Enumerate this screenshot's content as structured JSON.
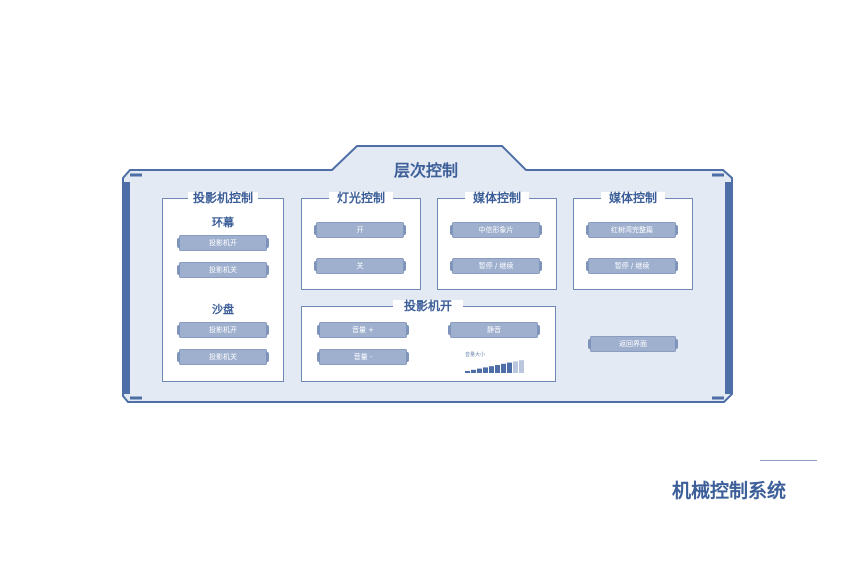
{
  "header": {
    "title": "层次控制"
  },
  "projector_panel": {
    "title": "投影机控制",
    "groups": [
      {
        "name": "环幕",
        "buttons": [
          "投影机开",
          "投影机关"
        ]
      },
      {
        "name": "沙盘",
        "buttons": [
          "投影机开",
          "投影机关"
        ]
      }
    ]
  },
  "light_panel": {
    "title": "灯光控制",
    "buttons": [
      "开",
      "关"
    ]
  },
  "media_panel_1": {
    "title": "媒体控制",
    "buttons": [
      "中信形象片",
      "暂停 / 继续"
    ]
  },
  "media_panel_2": {
    "title": "媒体控制",
    "buttons": [
      "红树湾完整篇",
      "暂停 / 继续"
    ]
  },
  "projector_on_panel": {
    "title": "投影机开",
    "buttons": {
      "vol_up": "音量 +",
      "mute": "静音",
      "vol_down": "音量 -"
    },
    "volume_label": "音量大小",
    "volume_level": 0.8
  },
  "return_button": "返回界面",
  "brand": {
    "title": "机械控制系统"
  },
  "colors": {
    "frame_fill": "#e4eaf3",
    "frame_stroke": "#4d6ea6",
    "accent": "#3d5f99",
    "button": "#9fb0cf"
  }
}
